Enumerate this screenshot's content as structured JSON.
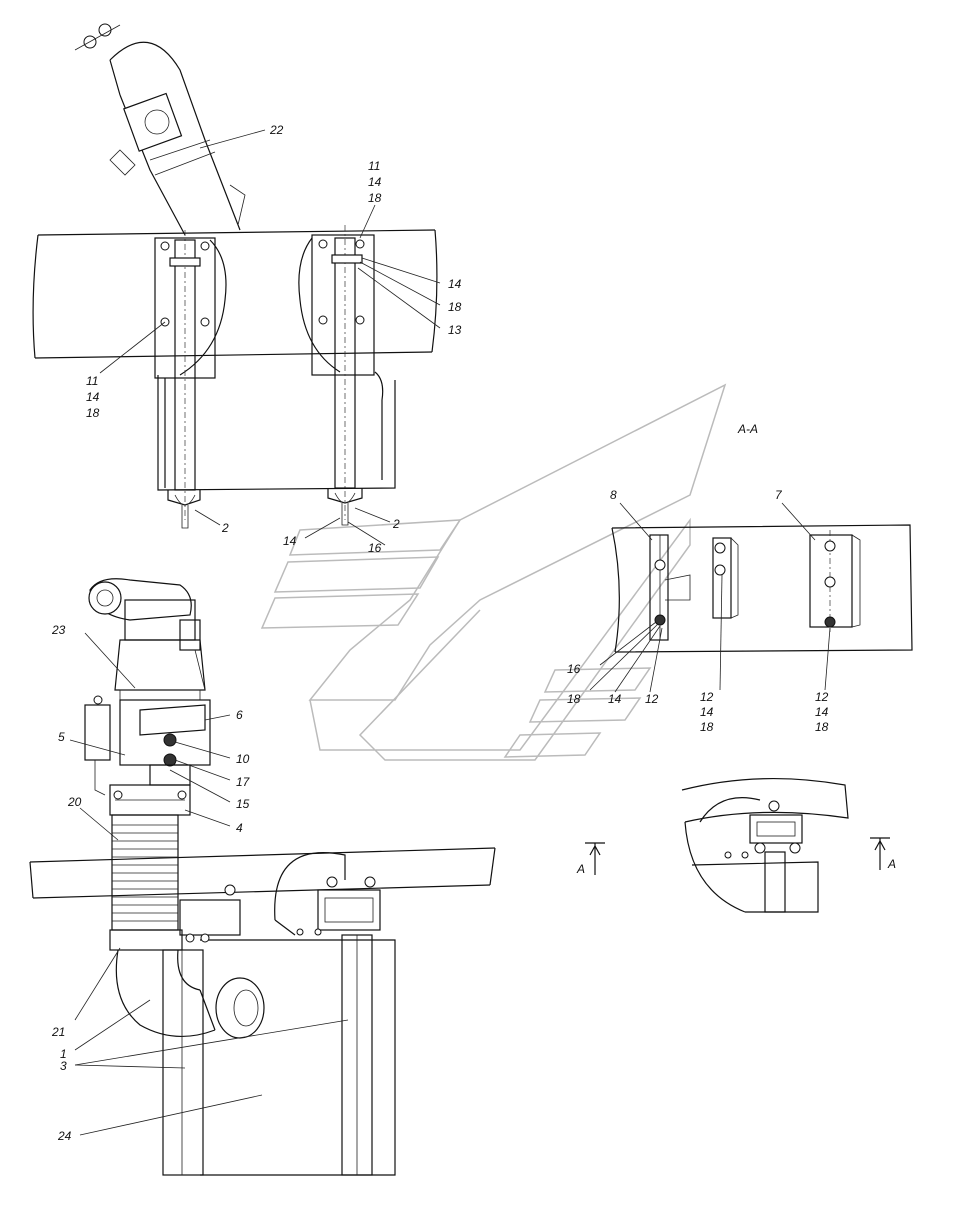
{
  "section": {
    "title": "A-A",
    "view_arrow_letter": "A"
  },
  "callouts": {
    "c22": "22",
    "c11a": "11",
    "c14a": "14",
    "c18a": "18",
    "c11b": "11",
    "c14b": "14",
    "c18b": "18",
    "c14c": "14",
    "c18c": "18",
    "c13": "13",
    "c2a": "2",
    "c2b": "2",
    "c14d": "14",
    "c16a": "16",
    "c23": "23",
    "c5": "5",
    "c6": "6",
    "c10": "10",
    "c17": "17",
    "c15": "15",
    "c4": "4",
    "c20": "20",
    "c21": "21",
    "c1": "1",
    "c3": "3",
    "c24": "24",
    "c8": "8",
    "c7": "7",
    "c16b": "16",
    "c18d": "18",
    "c14e": "14",
    "c12a": "12",
    "c12b": "12",
    "c14f": "14",
    "c18f": "18",
    "c12c": "12",
    "c14g": "14",
    "c18g": "18"
  }
}
